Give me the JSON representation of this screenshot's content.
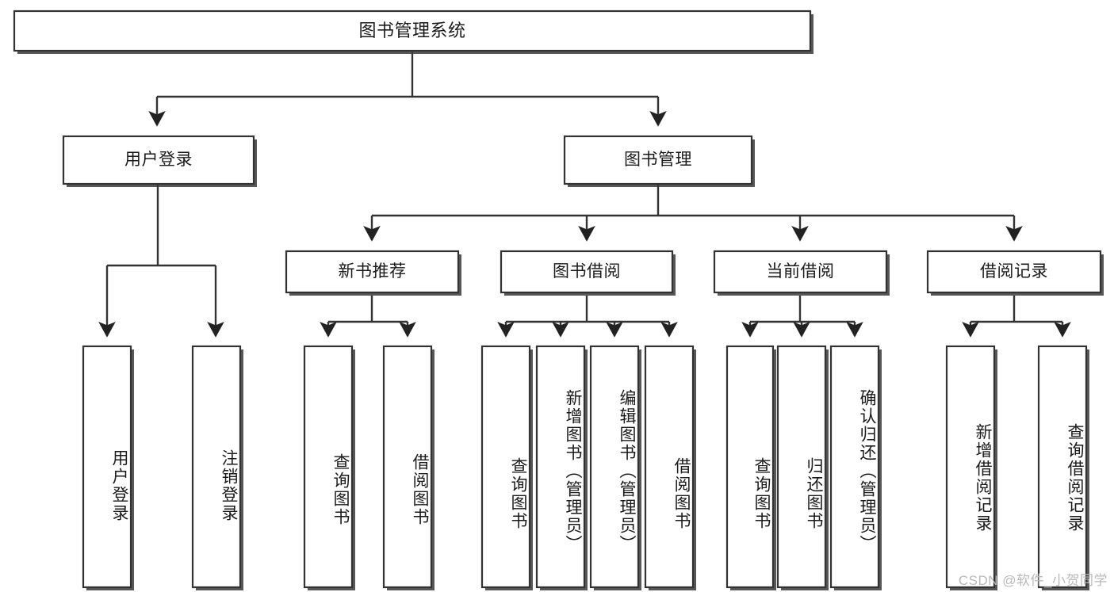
{
  "diagram": {
    "type": "tree",
    "title": "图书管理系统",
    "watermark": "CSDN @软件_小贺同学",
    "root": {
      "label": "图书管理系统"
    },
    "level1": [
      {
        "label": "用户登录"
      },
      {
        "label": "图书管理"
      }
    ],
    "level2": [
      {
        "label": "新书推荐"
      },
      {
        "label": "图书借阅"
      },
      {
        "label": "当前借阅"
      },
      {
        "label": "借阅记录"
      }
    ],
    "leaves": {
      "user_login": [
        {
          "label": "用户登录"
        },
        {
          "label": "注销登录"
        }
      ],
      "new_book_recommend": [
        {
          "label": "查询图书"
        },
        {
          "label": "借阅图书"
        }
      ],
      "book_borrow": [
        {
          "label": "查询图书"
        },
        {
          "label": "新增图书（管理员）"
        },
        {
          "label": "编辑图书（管理员）"
        },
        {
          "label": "借阅图书"
        }
      ],
      "current_borrow": [
        {
          "label": "查询图书"
        },
        {
          "label": "归还图书"
        },
        {
          "label": "确认归还（管理员）"
        }
      ],
      "borrow_record": [
        {
          "label": "新增借阅记录"
        },
        {
          "label": "查询借阅记录"
        }
      ]
    },
    "colors": {
      "box_stroke": "#333333",
      "box_fill": "#ffffff",
      "text": "#1a1a1a",
      "watermark": "#b9b9b9",
      "background": "#ffffff"
    }
  }
}
